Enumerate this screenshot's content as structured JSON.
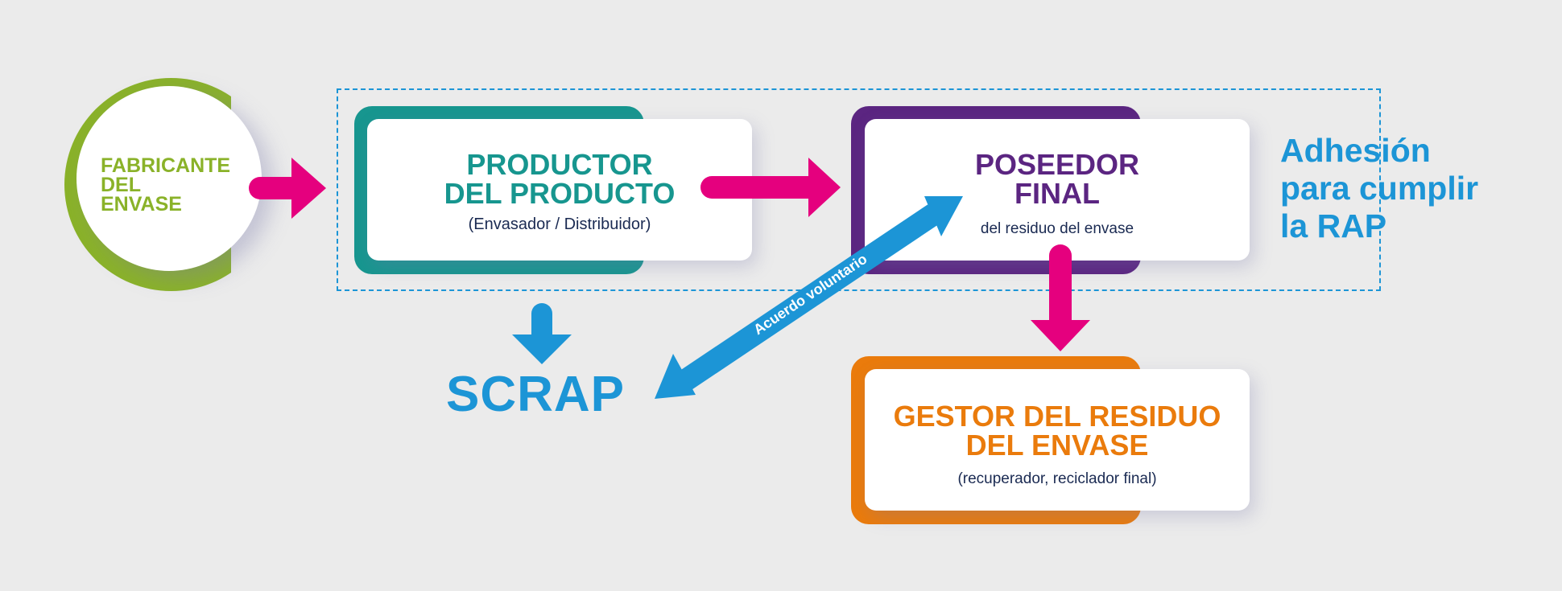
{
  "fabricante": {
    "label": "FABRICANTE\nDEL\nENVASE"
  },
  "productor": {
    "title": "PRODUCTOR\nDEL PRODUCTO",
    "subtitle": "(Envasador / Distribuidor)"
  },
  "poseedor": {
    "title": "POSEEDOR\nFINAL",
    "subtitle": "del residuo del envase"
  },
  "gestor": {
    "title": "GESTOR DEL RESIDUO\nDEL ENVASE",
    "subtitle": "(recuperador, reciclador final)"
  },
  "scrap": {
    "label": "SCRAP"
  },
  "adhesion": {
    "label": "Adhesión\npara cumplir\nla RAP"
  },
  "acuerdo": {
    "label": "Acuerdo voluntario"
  },
  "colors": {
    "green": "#8ab229",
    "teal": "#17968f",
    "purple": "#5b2581",
    "orange": "#ea7b0c",
    "blue": "#1c95d6",
    "magenta": "#e5007e",
    "navy": "#1a2a52"
  }
}
